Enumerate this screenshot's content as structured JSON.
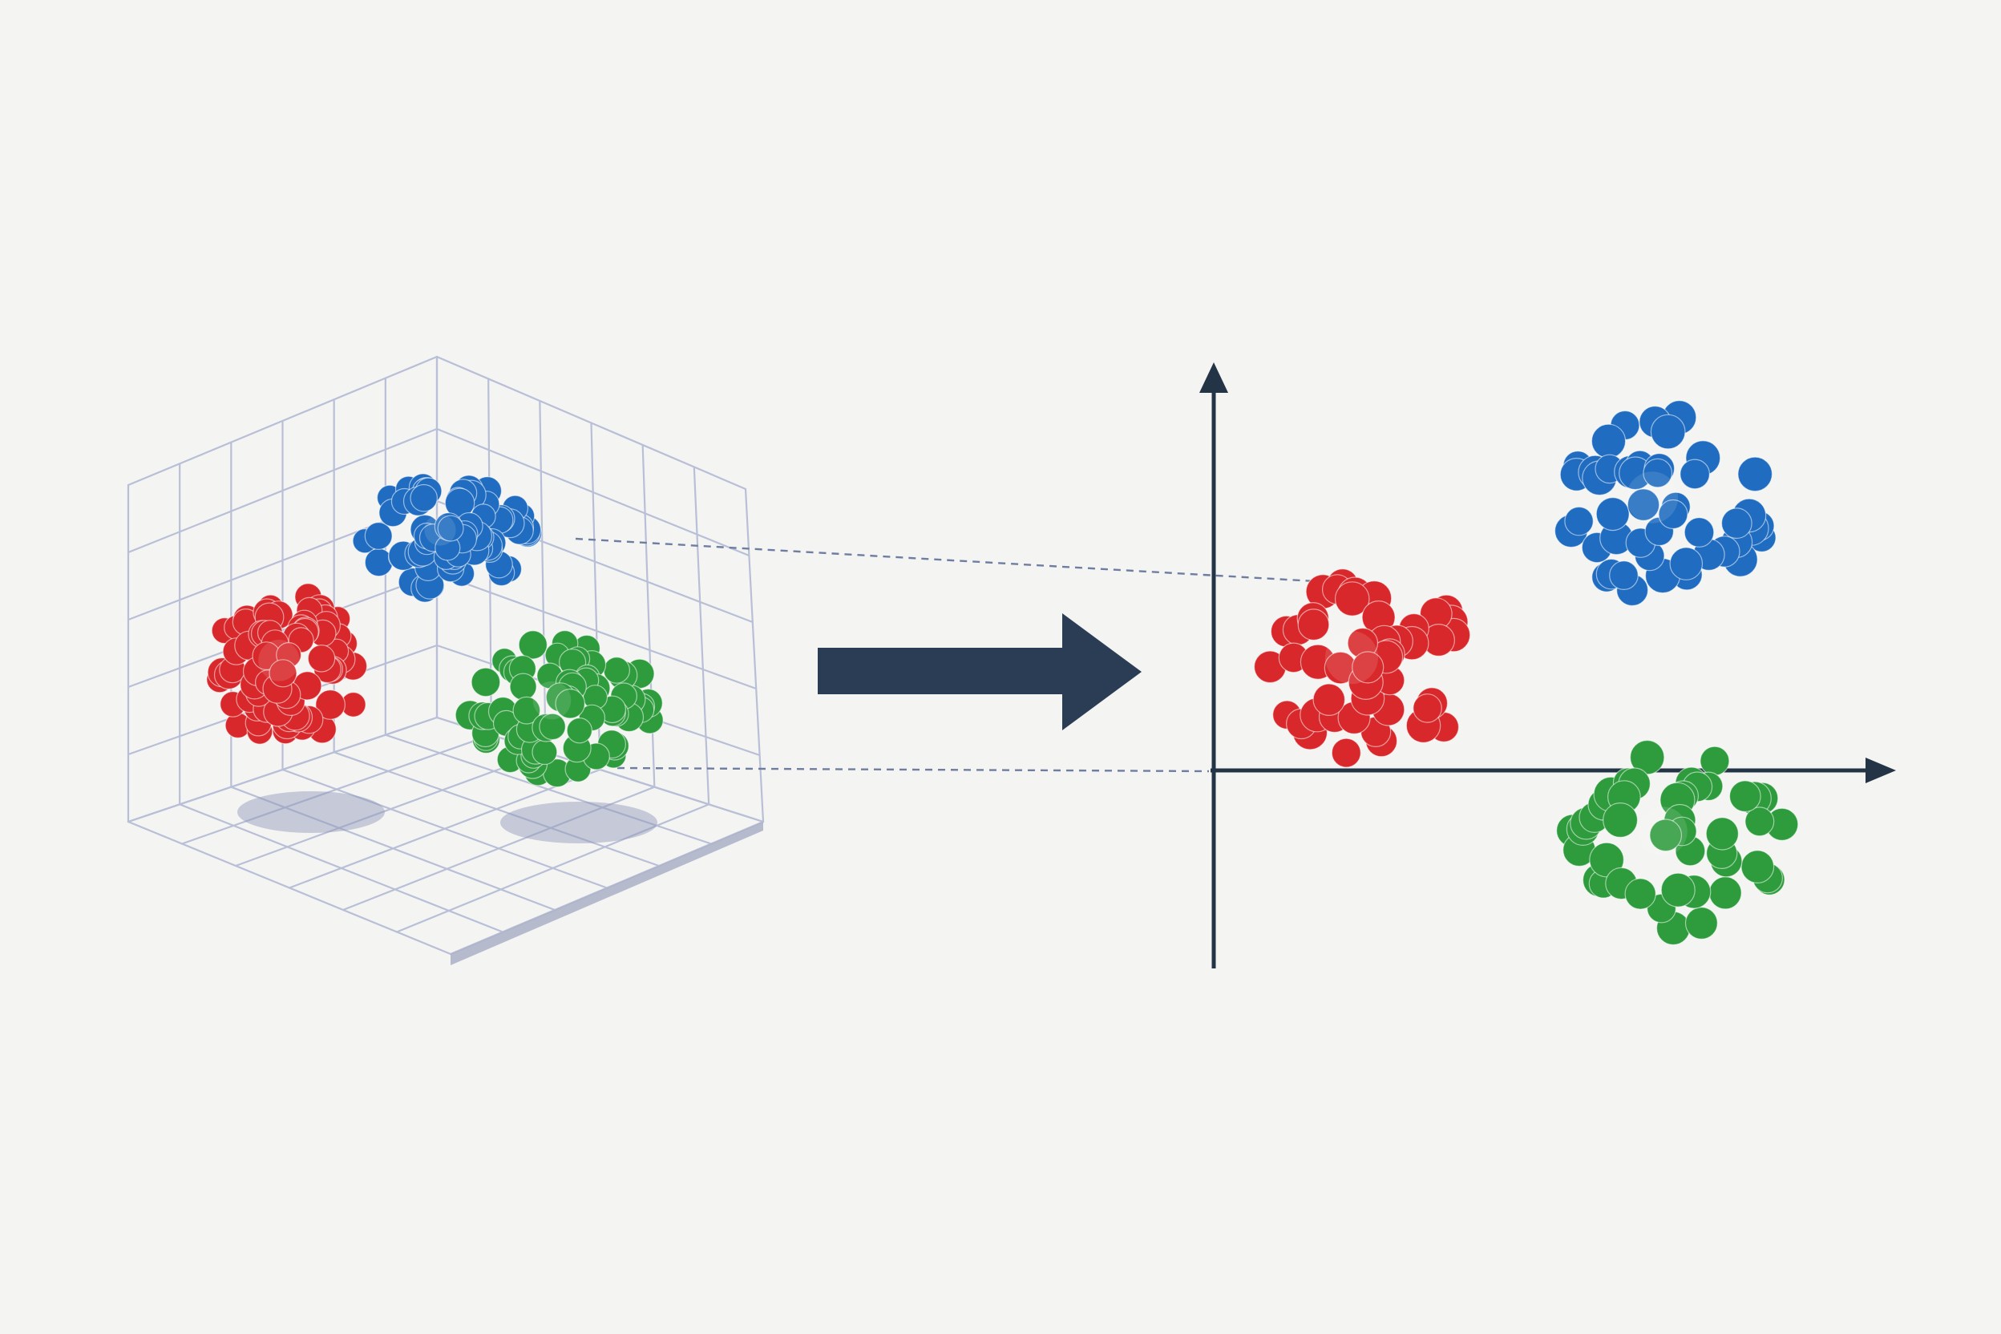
{
  "colors": {
    "background": "#f4f4f3",
    "grid": "#b8bfd6",
    "floor_edge": "#a9afc6",
    "shadow": "#8e97b8",
    "axis": "#243447",
    "arrow": "#2b3d55",
    "guide": "#6f7ea0",
    "red": "#d8282b",
    "blue": "#1f6cc0",
    "green": "#2e9b3d"
  },
  "panels": {
    "left": {
      "kind": "3d-scatter",
      "clusters": [
        "red",
        "blue",
        "green"
      ]
    },
    "transition": {
      "icon": "right-arrow-icon"
    },
    "right": {
      "kind": "2d-scatter",
      "clusters": [
        "red",
        "blue",
        "green"
      ]
    }
  }
}
